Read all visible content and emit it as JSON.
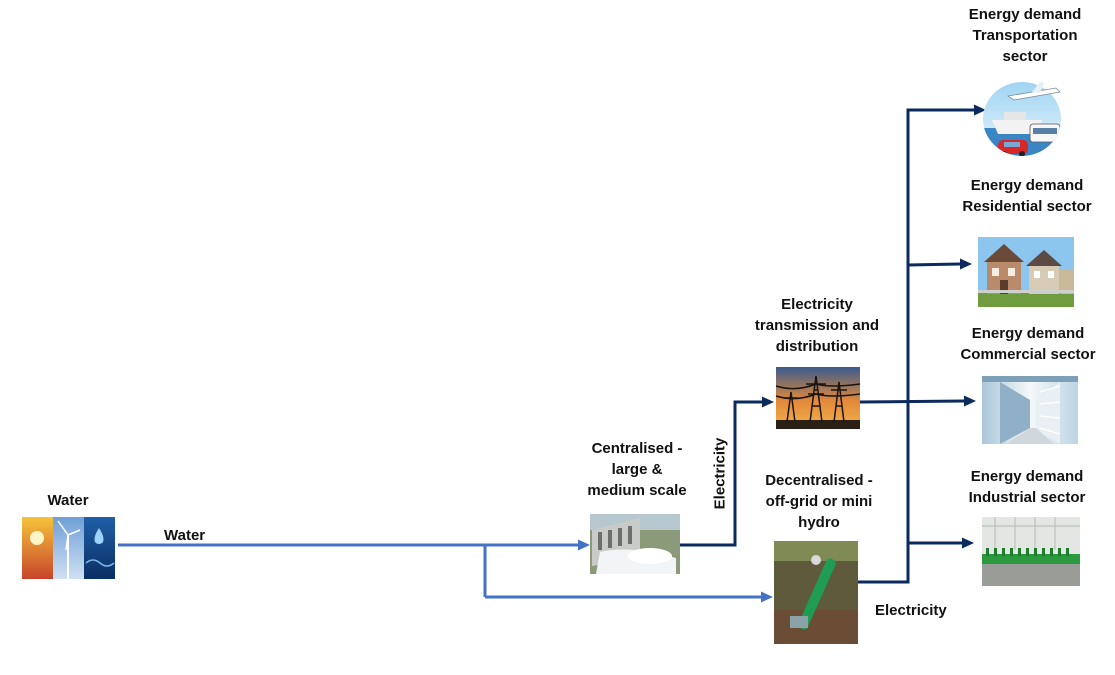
{
  "sources": {
    "title": "Water",
    "icon": "renewable-energy-icon"
  },
  "flows": {
    "water_label": "Water",
    "electricity_vertical_label": "Electricity",
    "electricity_bottom_label": "Electricity"
  },
  "generation": {
    "centralised": {
      "label": "Centralised -\nlarge &\nmedium scale",
      "icon": "hydro-dam-icon"
    },
    "decentralised": {
      "label": "Decentralised -\noff-grid or mini\nhydro",
      "icon": "mini-hydro-turbine-icon"
    }
  },
  "grid": {
    "label": "Electricity\ntransmission and\ndistribution",
    "icon": "power-pylons-icon"
  },
  "demand": {
    "transport": {
      "label": "Energy demand\nTransportation\nsector",
      "icon": "transport-vehicles-icon"
    },
    "residential": {
      "label": "Energy demand\nResidential sector",
      "icon": "houses-icon"
    },
    "commercial": {
      "label": "Energy demand\nCommercial sector",
      "icon": "store-aisle-icon"
    },
    "industrial": {
      "label": "Energy demand\nIndustrial sector",
      "icon": "factory-line-icon"
    }
  },
  "colors": {
    "water_flow": "#4472C4",
    "electricity_flow": "#0B2A5E"
  }
}
